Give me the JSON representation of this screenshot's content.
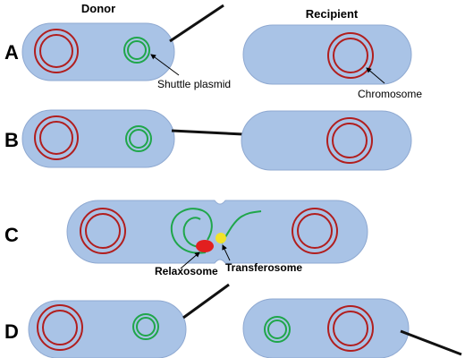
{
  "headers": {
    "donor": "Donor",
    "recipient": "Recipient"
  },
  "rows": {
    "a": "A",
    "b": "B",
    "c": "C",
    "d": "D"
  },
  "labels": {
    "shuttle_plasmid": "Shuttle plasmid",
    "chromosome": "Chromosome",
    "relaxosome": "Relaxosome",
    "transferosome": "Transferosome"
  },
  "colors": {
    "cell_fill": "#a9c3e6",
    "cell_stroke": "#8fa9d1",
    "chromosome": "#b11e1e",
    "plasmid": "#1fa64a",
    "relaxosome": "#e21f1f",
    "transferosome": "#f2e22a",
    "pilus": "#111111"
  }
}
